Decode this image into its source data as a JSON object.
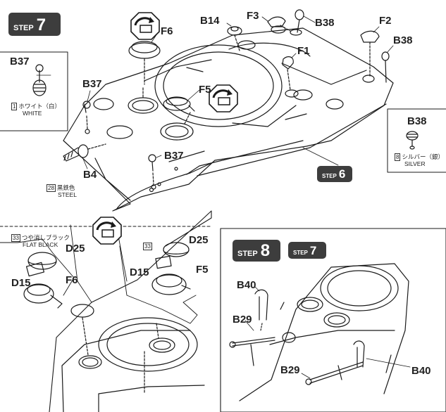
{
  "steps": {
    "main": {
      "word": "STEP",
      "number": "7"
    },
    "sub_ref": {
      "word": "STEP",
      "number": "6"
    },
    "step8": {
      "word": "STEP",
      "number": "8"
    },
    "step8_ref": {
      "word": "STEP",
      "number": "7"
    }
  },
  "callouts": {
    "b37_side": "B37",
    "b37_a": "B37",
    "b37_b": "B37",
    "b14": "B14",
    "f3": "F3",
    "b38_top": "B38",
    "f2": "F2",
    "b38_right": "B38",
    "f6_top": "F6",
    "f1": "F1",
    "f5_top": "F5",
    "b4": "B4",
    "b38_side": "B38",
    "d25_left": "D25",
    "d15_left": "D15",
    "f6_bottom": "F6",
    "d25_right": "D25",
    "d15_right": "D15",
    "f5_bottom": "F5",
    "b40_top": "B40",
    "b29_left": "B29",
    "b29_bottom": "B29",
    "b40_right": "B40"
  },
  "paints": {
    "white": {
      "code": "1",
      "jp": "ホワイト（白）",
      "en": "WHITE"
    },
    "steel": {
      "code": "28",
      "jp": "黒鉄色",
      "en": "STEEL"
    },
    "silver": {
      "code": "8",
      "jp": "シルバー（銀）",
      "en": "SILVER"
    },
    "flat_black": {
      "code": "33",
      "jp": "つや消しブラック",
      "en": "FLAT BLACK"
    },
    "flat_black_short": {
      "code": "33"
    }
  },
  "colors": {
    "ink": "#1a1a1a",
    "badge": "#3d3d3d",
    "paper": "#ffffff"
  },
  "icons": [
    "rotate-view-icon",
    "rotate-view-icon",
    "rotate-view-icon"
  ]
}
